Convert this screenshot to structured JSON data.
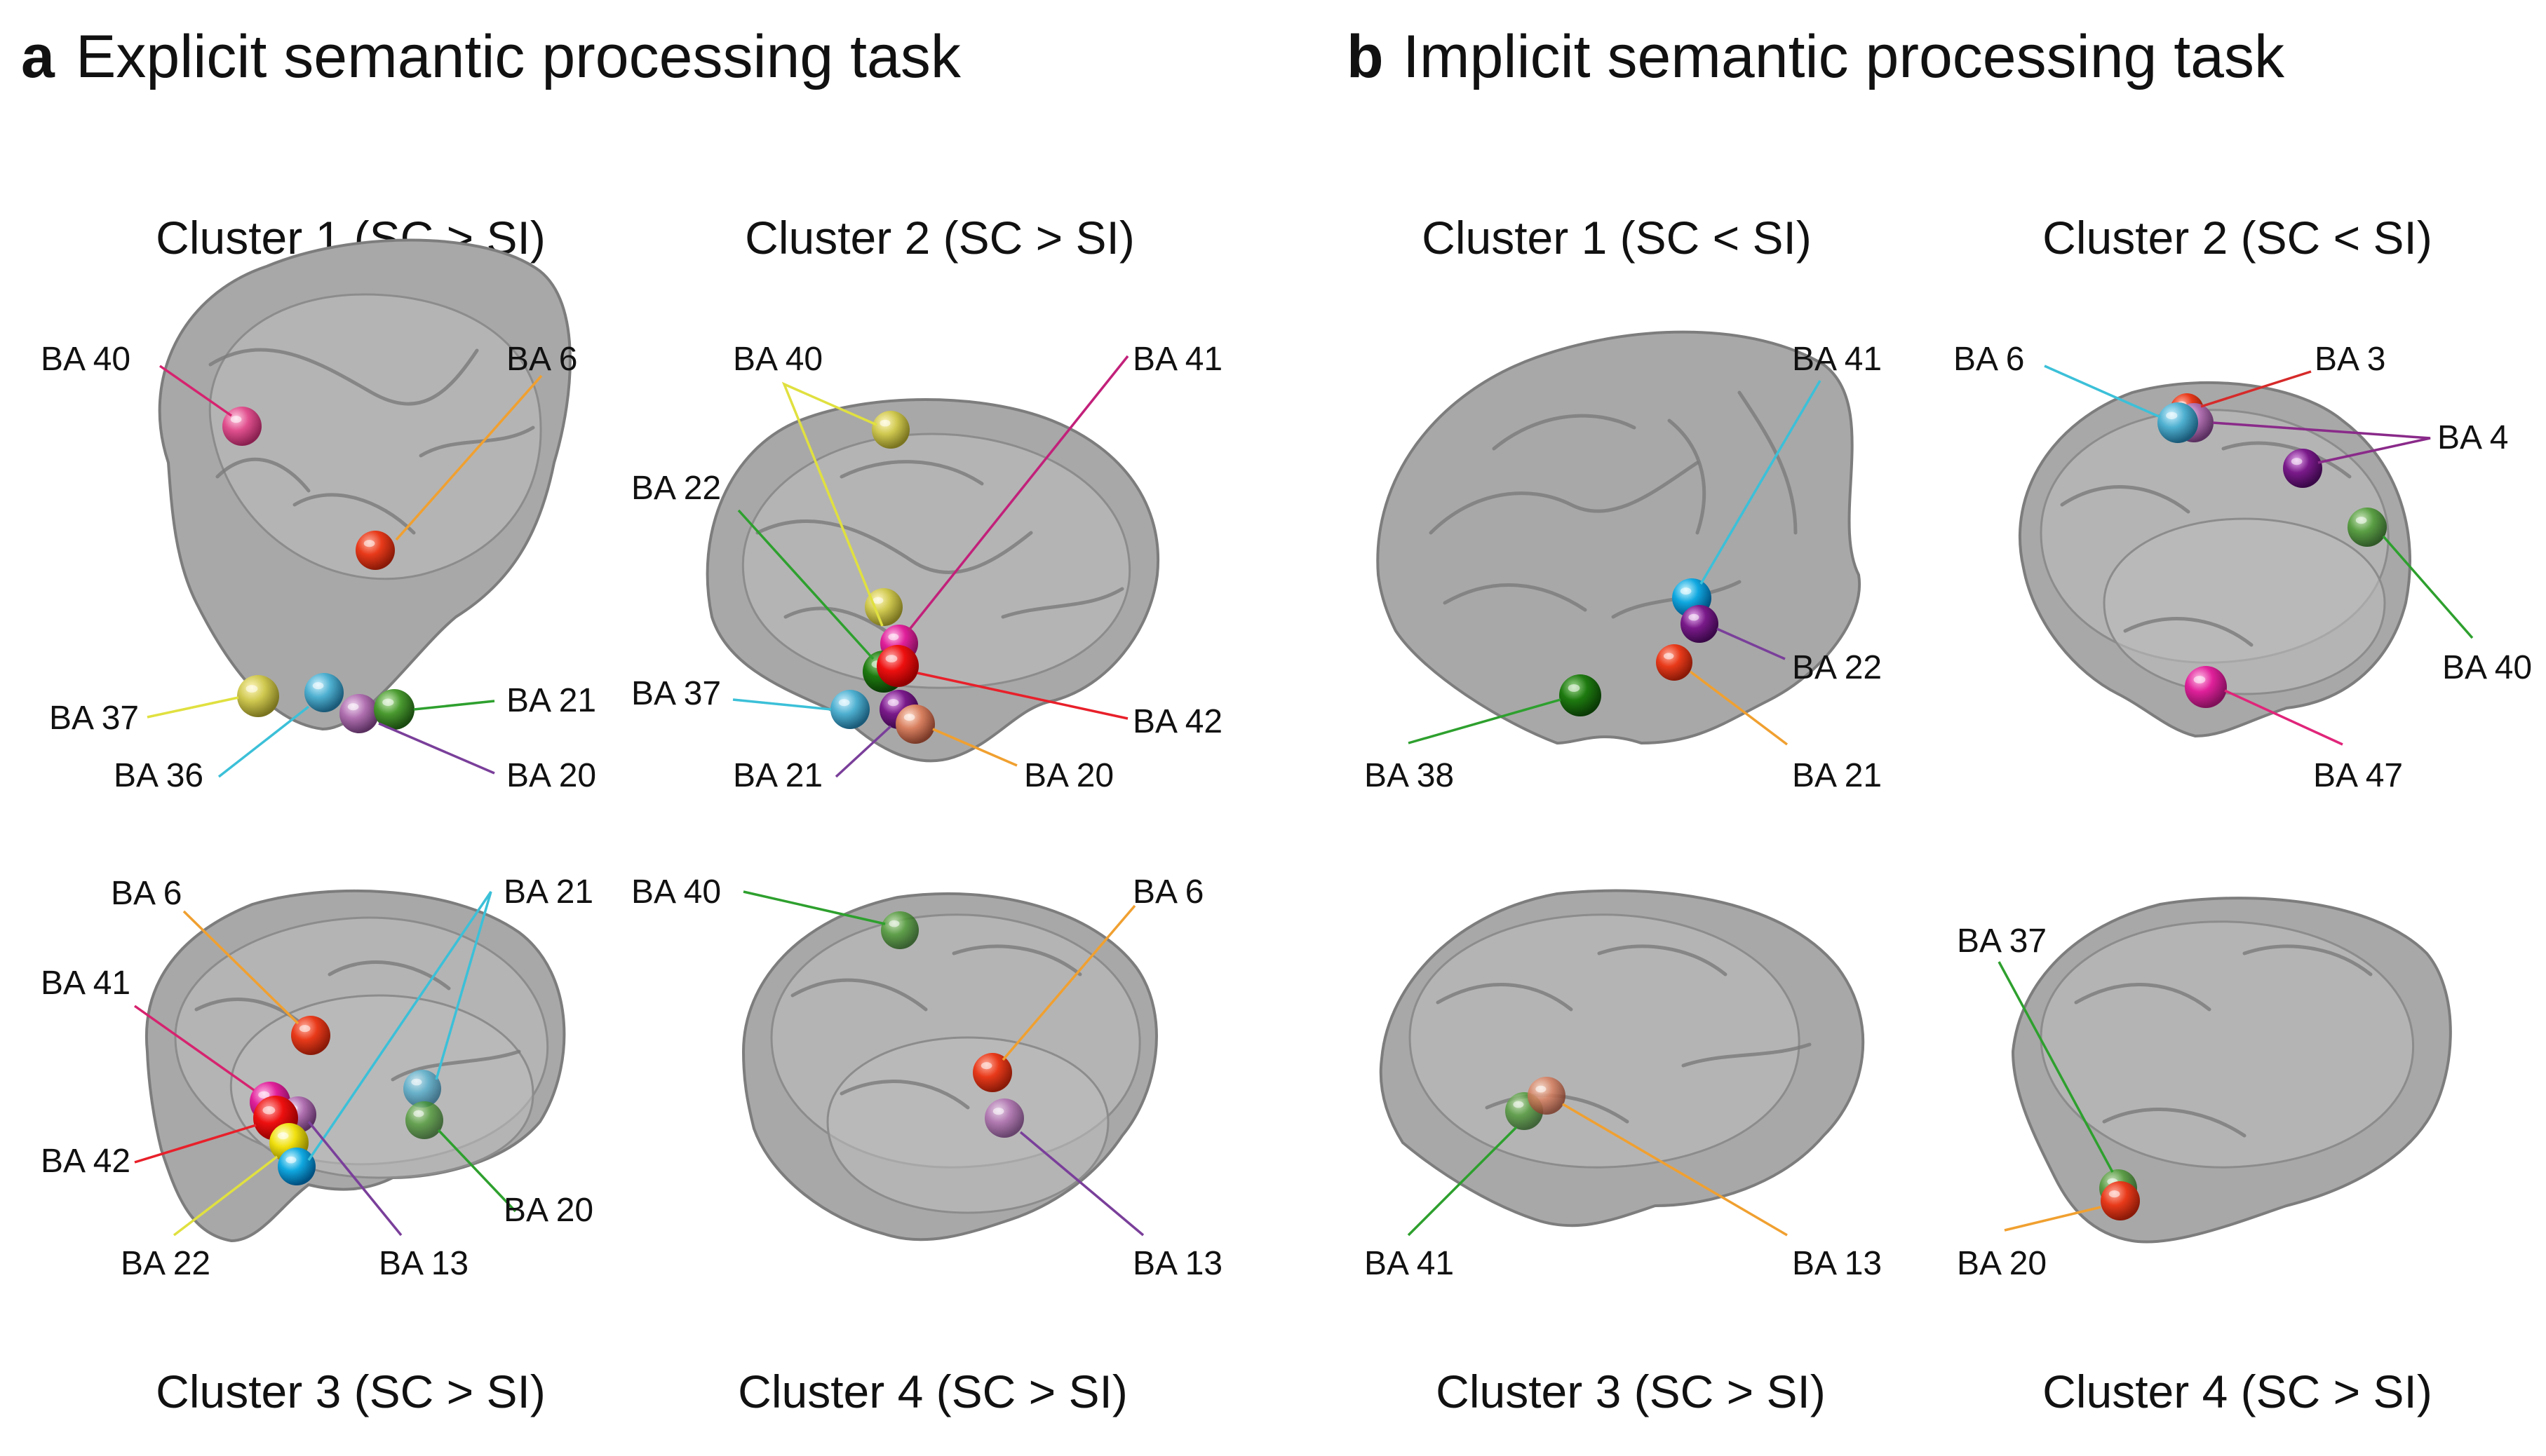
{
  "panels": [
    {
      "letter": "a",
      "title": "Explicit semantic processing task"
    },
    {
      "letter": "b",
      "title": "Implicit semantic processing task"
    }
  ],
  "clusters": [
    {
      "title": "Cluster 1 (SC > SI)",
      "labels": [
        "BA 40",
        "BA 6",
        "BA 37",
        "BA 36",
        "BA 21",
        "BA 20"
      ],
      "label_colors": [
        "#d6236f",
        "#f0a030",
        "#e0e040",
        "#3cc0d8",
        "#2ea02e",
        "#7a3f9a"
      ]
    },
    {
      "title": "Cluster 2 (SC > SI)",
      "labels": [
        "BA 40",
        "BA 41",
        "BA 22",
        "BA 37",
        "BA 42",
        "BA 21",
        "BA 20"
      ],
      "label_colors": [
        "#e0e040",
        "#c2207a",
        "#2ea02e",
        "#3cc0d8",
        "#e8202a",
        "#7a3f9a",
        "#f0a030"
      ]
    },
    {
      "title": "Cluster 3 (SC > SI)",
      "labels": [
        "BA 6",
        "BA 21",
        "BA 41",
        "BA 42",
        "BA 20",
        "BA 22",
        "BA 13"
      ],
      "label_colors": [
        "#f0a030",
        "#3cc0d8",
        "#d6236f",
        "#e8202a",
        "#2ea02e",
        "#e0e040",
        "#7a3f9a"
      ]
    },
    {
      "title": "Cluster 4 (SC > SI)",
      "labels": [
        "BA 40",
        "BA 6",
        "BA 13"
      ],
      "label_colors": [
        "#2ea02e",
        "#f0a030",
        "#7a3f9a"
      ]
    },
    {
      "title": "Cluster 1 (SC < SI)",
      "labels": [
        "BA 41",
        "BA 22",
        "BA 38",
        "BA 21"
      ],
      "label_colors": [
        "#3cc0d8",
        "#7a3f9a",
        "#2ea02e",
        "#f0a030"
      ]
    },
    {
      "title": "Cluster 2 (SC < SI)",
      "labels": [
        "BA 6",
        "BA 3",
        "BA 4",
        "BA 40",
        "BA 47"
      ],
      "label_colors": [
        "#3cc0d8",
        "#d62a2a",
        "#8a2a8a",
        "#2ea02e",
        "#e0257a"
      ]
    },
    {
      "title": "Cluster 3 (SC > SI)",
      "labels": [
        "BA 41",
        "BA 13"
      ],
      "label_colors": [
        "#2ea02e",
        "#f0a030"
      ]
    },
    {
      "title": "Cluster 4 (SC > SI)",
      "labels": [
        "BA 37",
        "BA 20"
      ],
      "label_colors": [
        "#2ea02e",
        "#f0a030"
      ]
    }
  ]
}
